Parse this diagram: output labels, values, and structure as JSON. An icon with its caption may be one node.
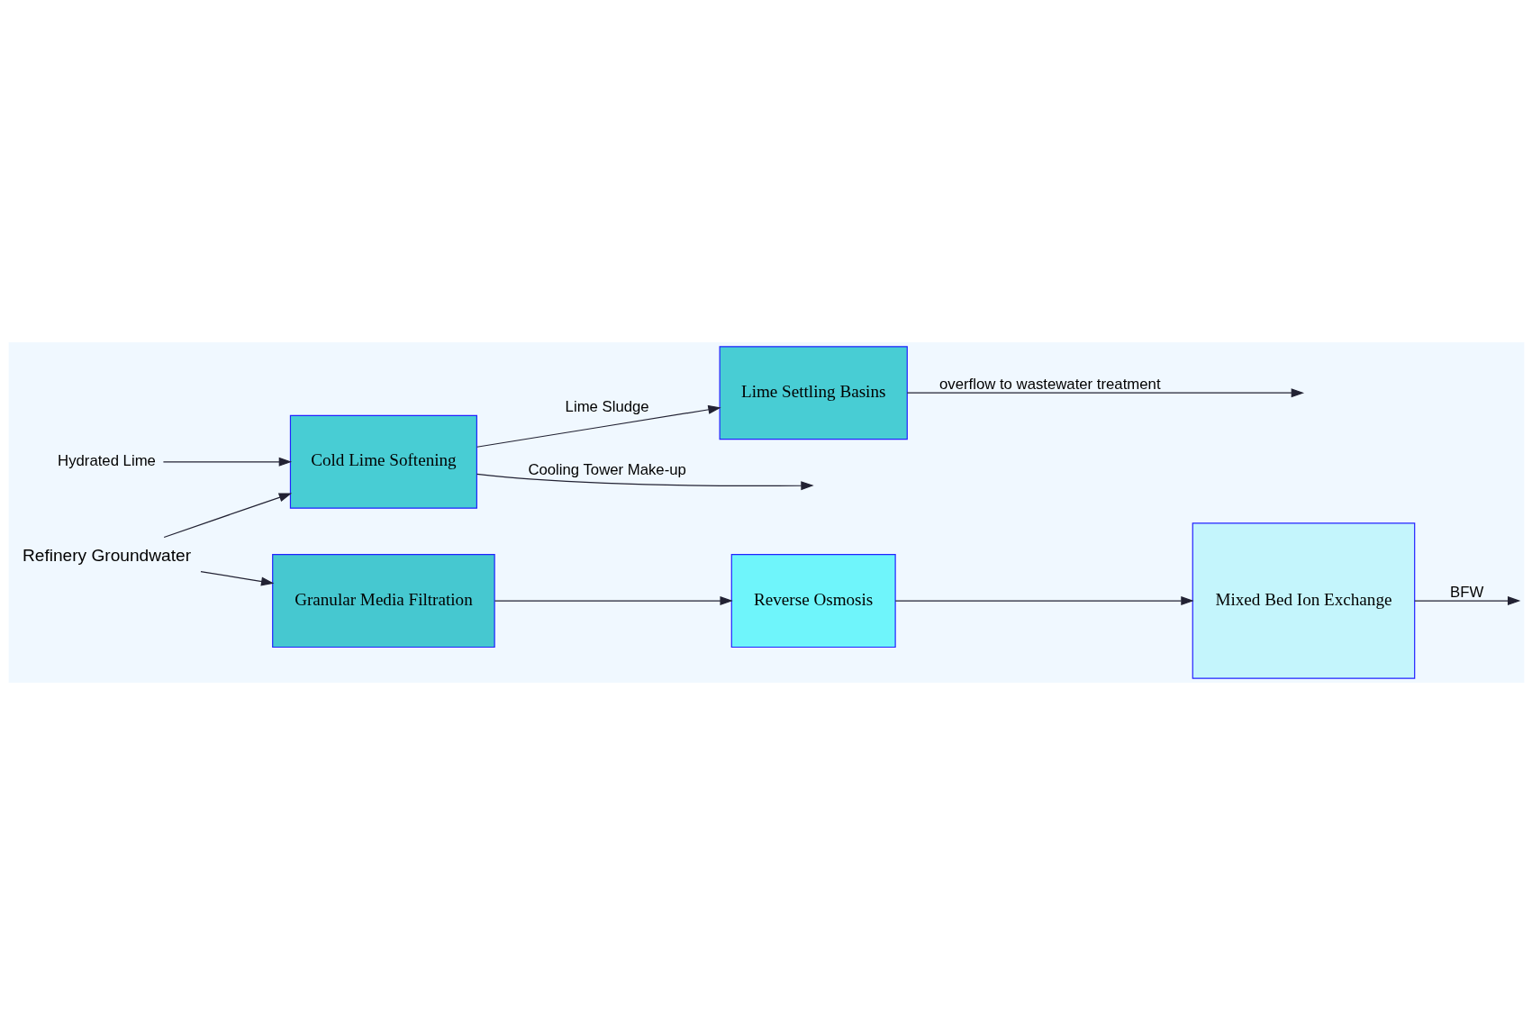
{
  "diagram": {
    "nodes": [
      {
        "text": [
          "Hydrated Lime"
        ]
      },
      {
        "text": [
          "Refinery Groundwater"
        ]
      },
      {
        "text": [
          "Cold Lime Softening"
        ]
      },
      {
        "text": [
          "Lime Settling Basins"
        ]
      },
      {
        "text": [
          "Granular Media Filtration"
        ]
      },
      {
        "text": [
          "Reverse Osmosis"
        ]
      },
      {
        "text": [
          "Mixed Bed Ion Exchange"
        ]
      }
    ],
    "edges": [
      {
        "from": 0,
        "to": 2,
        "arrow": "to"
      },
      {
        "from": 1,
        "to": 2,
        "arrow": "to"
      },
      {
        "from": 1,
        "to": 4,
        "arrow": "to"
      },
      {
        "from": 2,
        "to": null,
        "arrow": "to",
        "label": "Cooling Tower Make-up"
      },
      {
        "from": 2,
        "to": 3,
        "arrow": "to",
        "label": "Lime Sludge"
      },
      {
        "from": 3,
        "to": null,
        "arrow": "to",
        "label": "overflow to wastewater treatment"
      },
      {
        "from": 4,
        "to": 5,
        "arrow": "to"
      },
      {
        "from": 5,
        "to": 6,
        "arrow": "to"
      },
      {
        "from": 6,
        "to": null,
        "arrow": "to",
        "label": "BFW"
      }
    ]
  }
}
